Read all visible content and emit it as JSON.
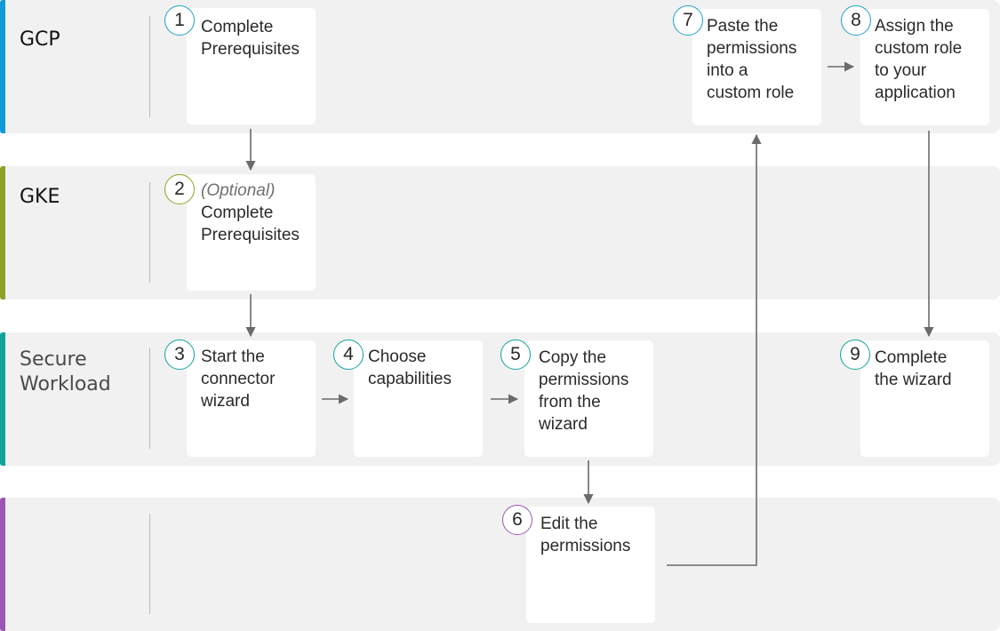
{
  "lanes": [
    {
      "label": "GCP",
      "color": "#0f9ad8"
    },
    {
      "label": "GKE",
      "color": "#8ea124"
    },
    {
      "label": "Secure\nWorkload",
      "color": "#11a39a"
    },
    {
      "label": "",
      "color": "#9a56b0"
    }
  ],
  "steps": [
    {
      "num": "1",
      "optional": "",
      "text": "Complete\nPrerequisites",
      "circle_color": "#1ea0c8"
    },
    {
      "num": "2",
      "optional": "(Optional)",
      "text": "Complete\nPrerequisites",
      "circle_color": "#8ea124"
    },
    {
      "num": "3",
      "optional": "",
      "text": "Start the\nconnector\nwizard",
      "circle_color": "#11a39a"
    },
    {
      "num": "4",
      "optional": "",
      "text": "Choose\ncapabilities",
      "circle_color": "#11a39a"
    },
    {
      "num": "5",
      "optional": "",
      "text": "Copy the\npermissions\nfrom the\nwizard",
      "circle_color": "#11a39a"
    },
    {
      "num": "6",
      "optional": "",
      "text": "Edit the\npermissions",
      "circle_color": "#9a56b0"
    },
    {
      "num": "7",
      "optional": "",
      "text": "Paste the\npermissions\ninto a\ncustom role",
      "circle_color": "#1ea0c8"
    },
    {
      "num": "8",
      "optional": "",
      "text": "Assign the\ncustom role\nto your\napplication",
      "circle_color": "#1ea0c8"
    },
    {
      "num": "9",
      "optional": "",
      "text": "Complete\nthe wizard",
      "circle_color": "#11a39a"
    }
  ],
  "colors": {
    "arrow": "#6b6b6b",
    "lane_bg": "#f1f1f1",
    "box_bg": "#ffffff"
  }
}
